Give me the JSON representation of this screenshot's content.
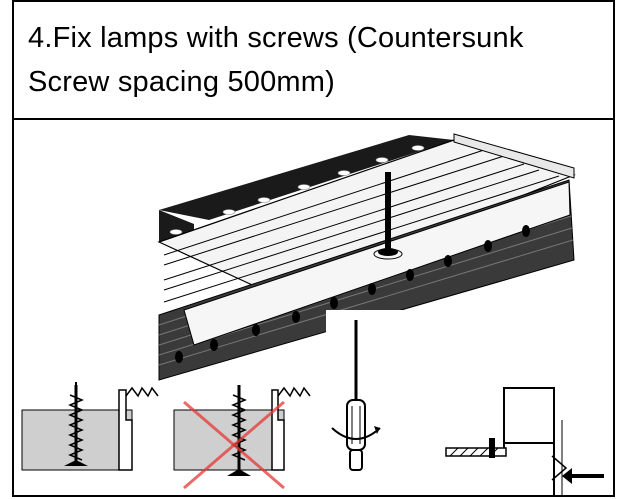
{
  "step": {
    "title": "4.Fix lamps with screws (Countersunk Screw spacing 500mm)"
  },
  "illustration": {
    "main": "aluminum-profile-with-led-strip-and-screw",
    "details": [
      "correct-countersunk-screw",
      "incorrect-screw-crossed-out",
      "screwdriver-rotation",
      "mounting-cross-section"
    ]
  },
  "colors": {
    "border": "#000000",
    "panel": "#cfcfcf",
    "stroke": "#000000"
  }
}
